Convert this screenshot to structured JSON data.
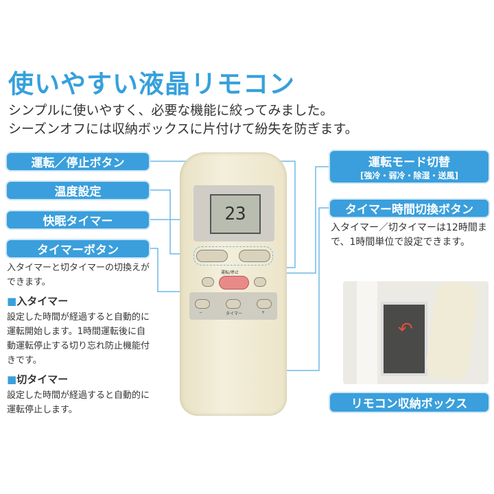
{
  "title": "使いやすい液晶リモコン",
  "subtitle": [
    "シンプルに使いやすく、必要な機能に絞ってみました。",
    "シーズンオフには収納ボックスに片付けて紛失を防ぎます。"
  ],
  "left_labels": [
    "運転／停止ボタン",
    "温度設定",
    "快眠タイマー",
    "タイマーボタン"
  ],
  "timer_desc": "入タイマーと切タイマーの切換えができます。",
  "on_timer": {
    "heading": "入タイマー",
    "text": "設定した時間が経過すると自動的に運転開始します。1時間運転後に自動運転停止する切り忘れ防止機能付きです。"
  },
  "off_timer": {
    "heading": "切タイマー",
    "text": "設定した時間が経過すると自動的に運転停止します。"
  },
  "mode": {
    "label": "運転モード切替",
    "options": "[強冷・弱冷・除湿・送風]"
  },
  "timer_switch": {
    "label": "タイマー時間切換ボタン",
    "text": "入タイマー／切タイマーは12時間まで、1時間単位で設定できます。"
  },
  "storage_label": "リモコン収納ボックス",
  "remote": {
    "temp": "23",
    "power": "運転/停止",
    "timer": "タイマー",
    "minus": "−",
    "plus": "+"
  },
  "square_marker": "■"
}
